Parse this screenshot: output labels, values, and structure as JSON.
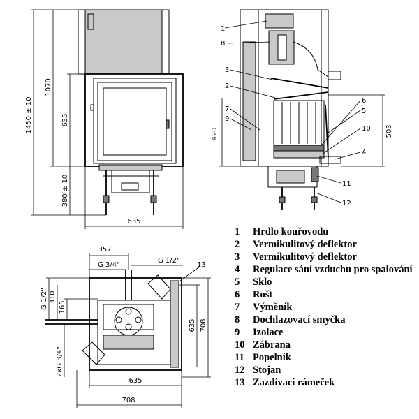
{
  "dimensions": {
    "front": {
      "total_height": "1450 ± 10",
      "height_1070": "1070",
      "height_635": "635",
      "height_380": "380 ± 10",
      "width_635": "635"
    },
    "side": {
      "height_420": "420",
      "height_503": "503"
    },
    "plan": {
      "d357": "357",
      "g34_top": "G 3/4\"",
      "g12_top": "G 1/2\"",
      "g12_side": "G 1/2\"",
      "d310": "310",
      "d165": "165",
      "dual_g34": "2xG 3/4\"",
      "d635_right": "635",
      "d708_right": "708",
      "d635_bottom": "635",
      "d708_bottom": "708"
    }
  },
  "callouts": {
    "side": [
      "1",
      "8",
      "3",
      "2",
      "7",
      "9",
      "6",
      "5",
      "10",
      "4",
      "11",
      "12"
    ],
    "plan": [
      "13"
    ]
  },
  "legend": [
    {
      "num": "1",
      "text": "Hrdlo kouřovodu"
    },
    {
      "num": "2",
      "text": "Vermikulitový deflektor"
    },
    {
      "num": "3",
      "text": "Vermikulitový deflektor"
    },
    {
      "num": "4",
      "text": "Regulace sání vzduchu pro spalování"
    },
    {
      "num": "5",
      "text": "Sklo"
    },
    {
      "num": "6",
      "text": "Rošt"
    },
    {
      "num": "7",
      "text": "Výměník"
    },
    {
      "num": "8",
      "text": "Dochlazovací smyčka"
    },
    {
      "num": "9",
      "text": "Izolace"
    },
    {
      "num": "10",
      "text": "Zábrana"
    },
    {
      "num": "11",
      "text": "Popelník"
    },
    {
      "num": "12",
      "text": "Stojan"
    },
    {
      "num": "13",
      "text": "Zazdívací rámeček"
    }
  ]
}
